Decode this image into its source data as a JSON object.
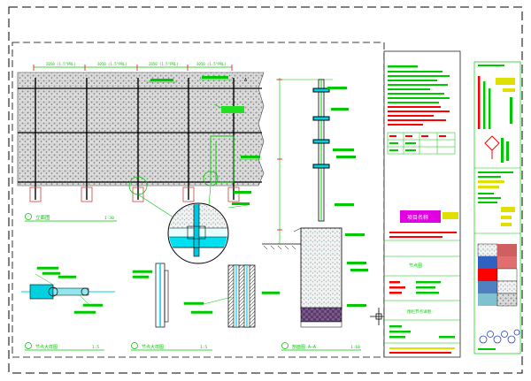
{
  "views": {
    "elevation": {
      "label": "立面图",
      "scale": "1:30",
      "dims": [
        "2050 (1.5°PRL)",
        "2050 (1.5°PRL)",
        "2050 (1.5°PRL)",
        "2050 (1.5°PRL)"
      ]
    },
    "plan_detail": {
      "label": "节点大样图",
      "scale": "1:5"
    },
    "joint_detail": {
      "label": "节点大样图",
      "scale": "1:5"
    },
    "section": {
      "label": "剖面图 A—A",
      "scale": "1:10",
      "marker": "A"
    }
  },
  "title_block": {
    "stamp": "项目名称",
    "drawing_title": "节点图",
    "drawing_name": "围栏节点详图"
  },
  "colors": {
    "frame": "#000000",
    "green": "#00c800",
    "cyan": "#00d0e0",
    "red": "#ff0000",
    "magenta": "#e000e0",
    "yellow": "#e0e000",
    "white": "#ffffff"
  }
}
